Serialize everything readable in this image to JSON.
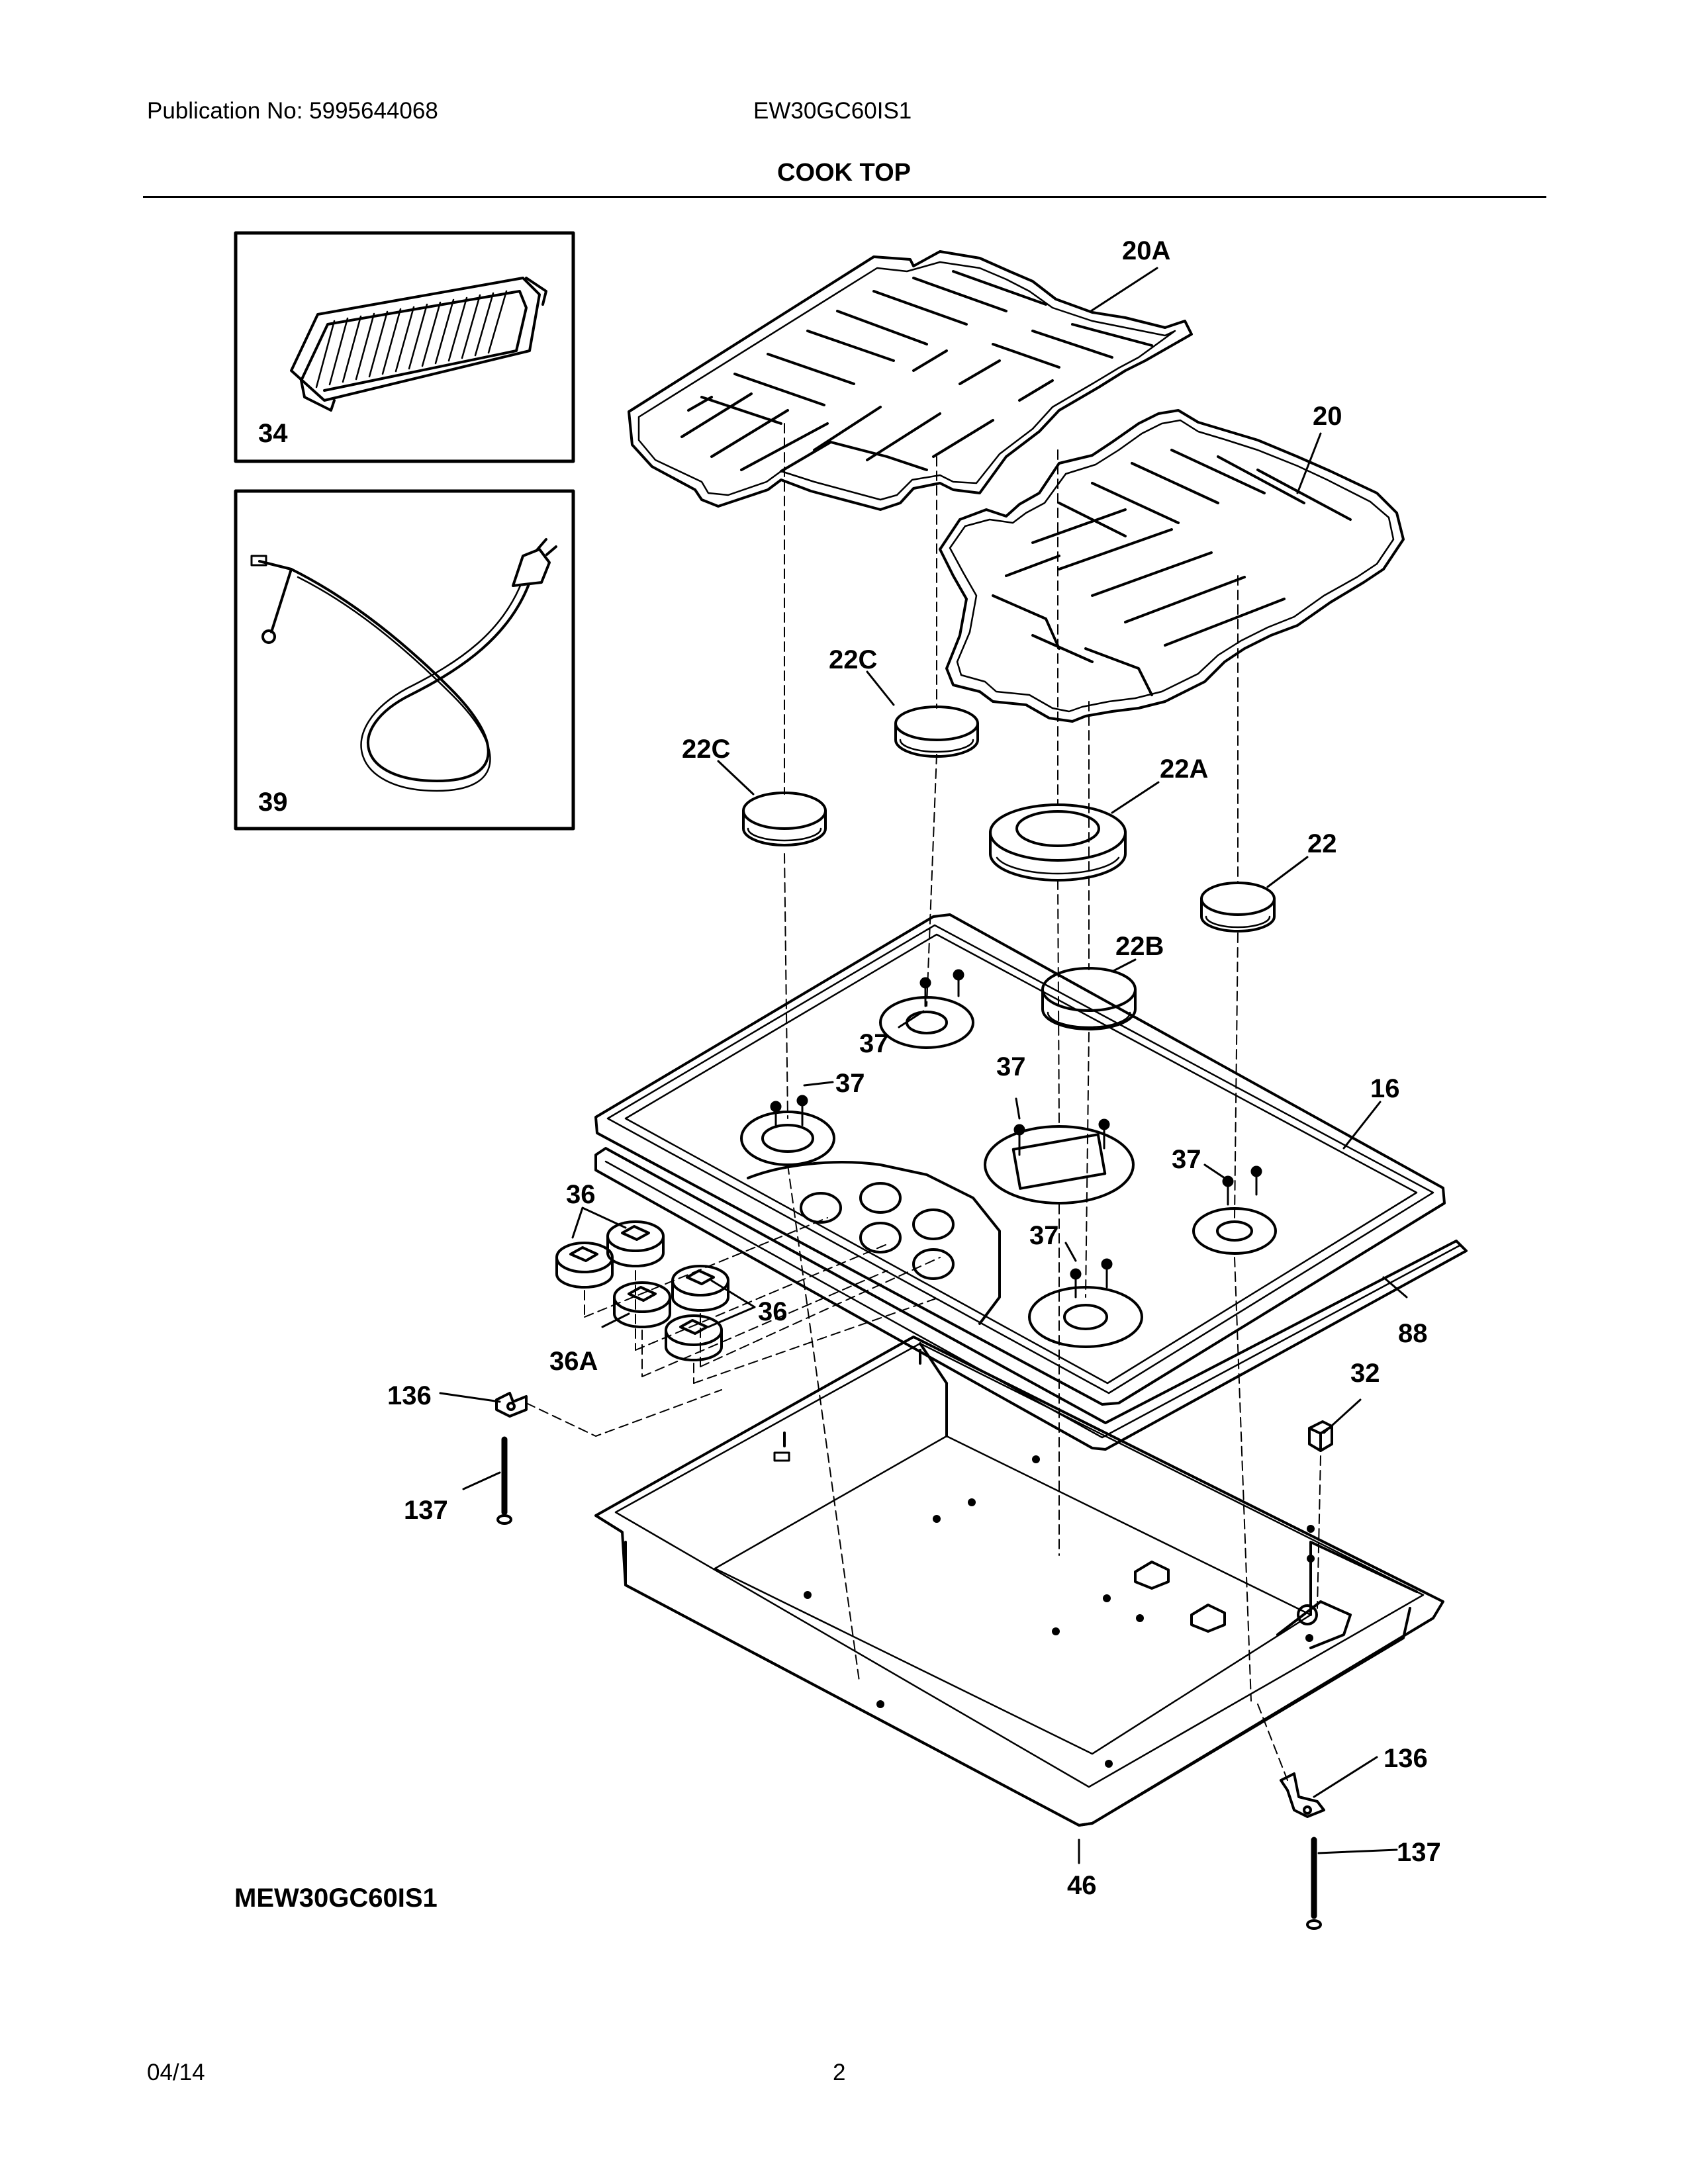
{
  "header": {
    "publication": "Publication No: 5995644068",
    "model": "EW30GC60IS1",
    "section_title": "COOK TOP"
  },
  "diagram": {
    "callouts": [
      {
        "id": "c-20A",
        "text": "20A"
      },
      {
        "id": "c-20",
        "text": "20"
      },
      {
        "id": "c-22C-a",
        "text": "22C"
      },
      {
        "id": "c-22C-b",
        "text": "22C"
      },
      {
        "id": "c-22A",
        "text": "22A"
      },
      {
        "id": "c-22",
        "text": "22"
      },
      {
        "id": "c-22B",
        "text": "22B"
      },
      {
        "id": "c-16",
        "text": "16"
      },
      {
        "id": "c-37-a",
        "text": "37"
      },
      {
        "id": "c-37-b",
        "text": "37"
      },
      {
        "id": "c-37-c",
        "text": "37"
      },
      {
        "id": "c-37-d",
        "text": "37"
      },
      {
        "id": "c-37-e",
        "text": "37"
      },
      {
        "id": "c-36-a",
        "text": "36"
      },
      {
        "id": "c-36-b",
        "text": "36"
      },
      {
        "id": "c-36A",
        "text": "36A"
      },
      {
        "id": "c-88",
        "text": "88"
      },
      {
        "id": "c-32",
        "text": "32"
      },
      {
        "id": "c-136-a",
        "text": "136"
      },
      {
        "id": "c-136-b",
        "text": "136"
      },
      {
        "id": "c-137-a",
        "text": "137"
      },
      {
        "id": "c-137-b",
        "text": "137"
      },
      {
        "id": "c-46",
        "text": "46"
      },
      {
        "id": "c-34",
        "text": "34"
      },
      {
        "id": "c-39",
        "text": "39"
      }
    ]
  },
  "reference_model": "MEW30GC60IS1",
  "footer": {
    "date": "04/14",
    "page": "2"
  }
}
